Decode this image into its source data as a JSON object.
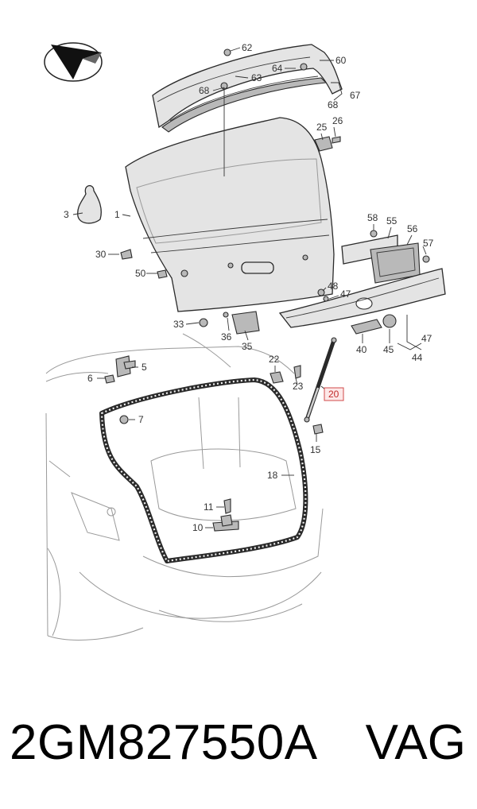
{
  "diagram": {
    "logo_icon": "compass-arrow-logo-icon",
    "highlight_color": "#d14a4a",
    "callouts": [
      {
        "id": "c62",
        "label": "62"
      },
      {
        "id": "c60",
        "label": "60"
      },
      {
        "id": "c64",
        "label": "64"
      },
      {
        "id": "c63",
        "label": "63"
      },
      {
        "id": "c68a",
        "label": "68"
      },
      {
        "id": "c67",
        "label": "67"
      },
      {
        "id": "c68b",
        "label": "68"
      },
      {
        "id": "c25",
        "label": "25"
      },
      {
        "id": "c26",
        "label": "26"
      },
      {
        "id": "c3",
        "label": "3"
      },
      {
        "id": "c1",
        "label": "1"
      },
      {
        "id": "c58",
        "label": "58"
      },
      {
        "id": "c55",
        "label": "55"
      },
      {
        "id": "c56",
        "label": "56"
      },
      {
        "id": "c57",
        "label": "57"
      },
      {
        "id": "c30",
        "label": "30"
      },
      {
        "id": "c50",
        "label": "50"
      },
      {
        "id": "c48",
        "label": "48"
      },
      {
        "id": "c47a",
        "label": "47"
      },
      {
        "id": "c33",
        "label": "33"
      },
      {
        "id": "c36",
        "label": "36"
      },
      {
        "id": "c35",
        "label": "35"
      },
      {
        "id": "c40",
        "label": "40"
      },
      {
        "id": "c45",
        "label": "45"
      },
      {
        "id": "c47b",
        "label": "47"
      },
      {
        "id": "c44",
        "label": "44"
      },
      {
        "id": "c6",
        "label": "6"
      },
      {
        "id": "c5",
        "label": "5"
      },
      {
        "id": "c7",
        "label": "7"
      },
      {
        "id": "c22",
        "label": "22"
      },
      {
        "id": "c23",
        "label": "23"
      },
      {
        "id": "c20",
        "label": "20"
      },
      {
        "id": "c15",
        "label": "15"
      },
      {
        "id": "c18",
        "label": "18"
      },
      {
        "id": "c11",
        "label": "11"
      },
      {
        "id": "c10",
        "label": "10"
      }
    ]
  },
  "footer": {
    "part_number": "2GM827550A",
    "brand": "VAG"
  }
}
